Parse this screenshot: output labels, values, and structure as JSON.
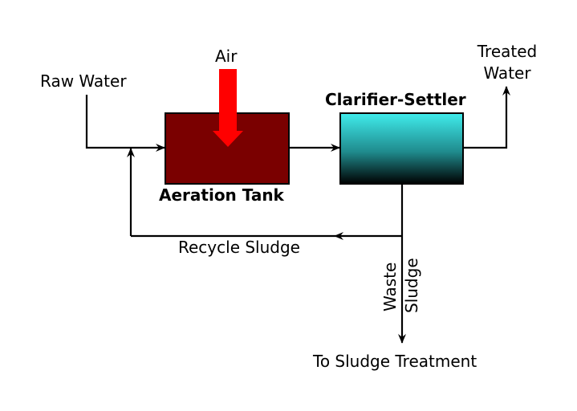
{
  "title": "Activated Sludge Process",
  "units": {
    "aeration_tank": {
      "label": "Aeration Tank",
      "color": "#7a0000"
    },
    "clarifier": {
      "label": "Clarifier-Settler",
      "gradient_top": "#40ecec",
      "gradient_bottom": "#000000"
    }
  },
  "inputs": {
    "raw_water": "Raw Water",
    "air": "Air",
    "air_color": "#ff0000"
  },
  "outputs": {
    "treated_water_line1": "Treated",
    "treated_water_line2": "Water",
    "to_sludge_treatment": "To Sludge Treatment"
  },
  "streams": {
    "recycle_sludge": "Recycle Sludge",
    "waste_sludge_line1": "Waste",
    "waste_sludge_line2": "Sludge"
  }
}
